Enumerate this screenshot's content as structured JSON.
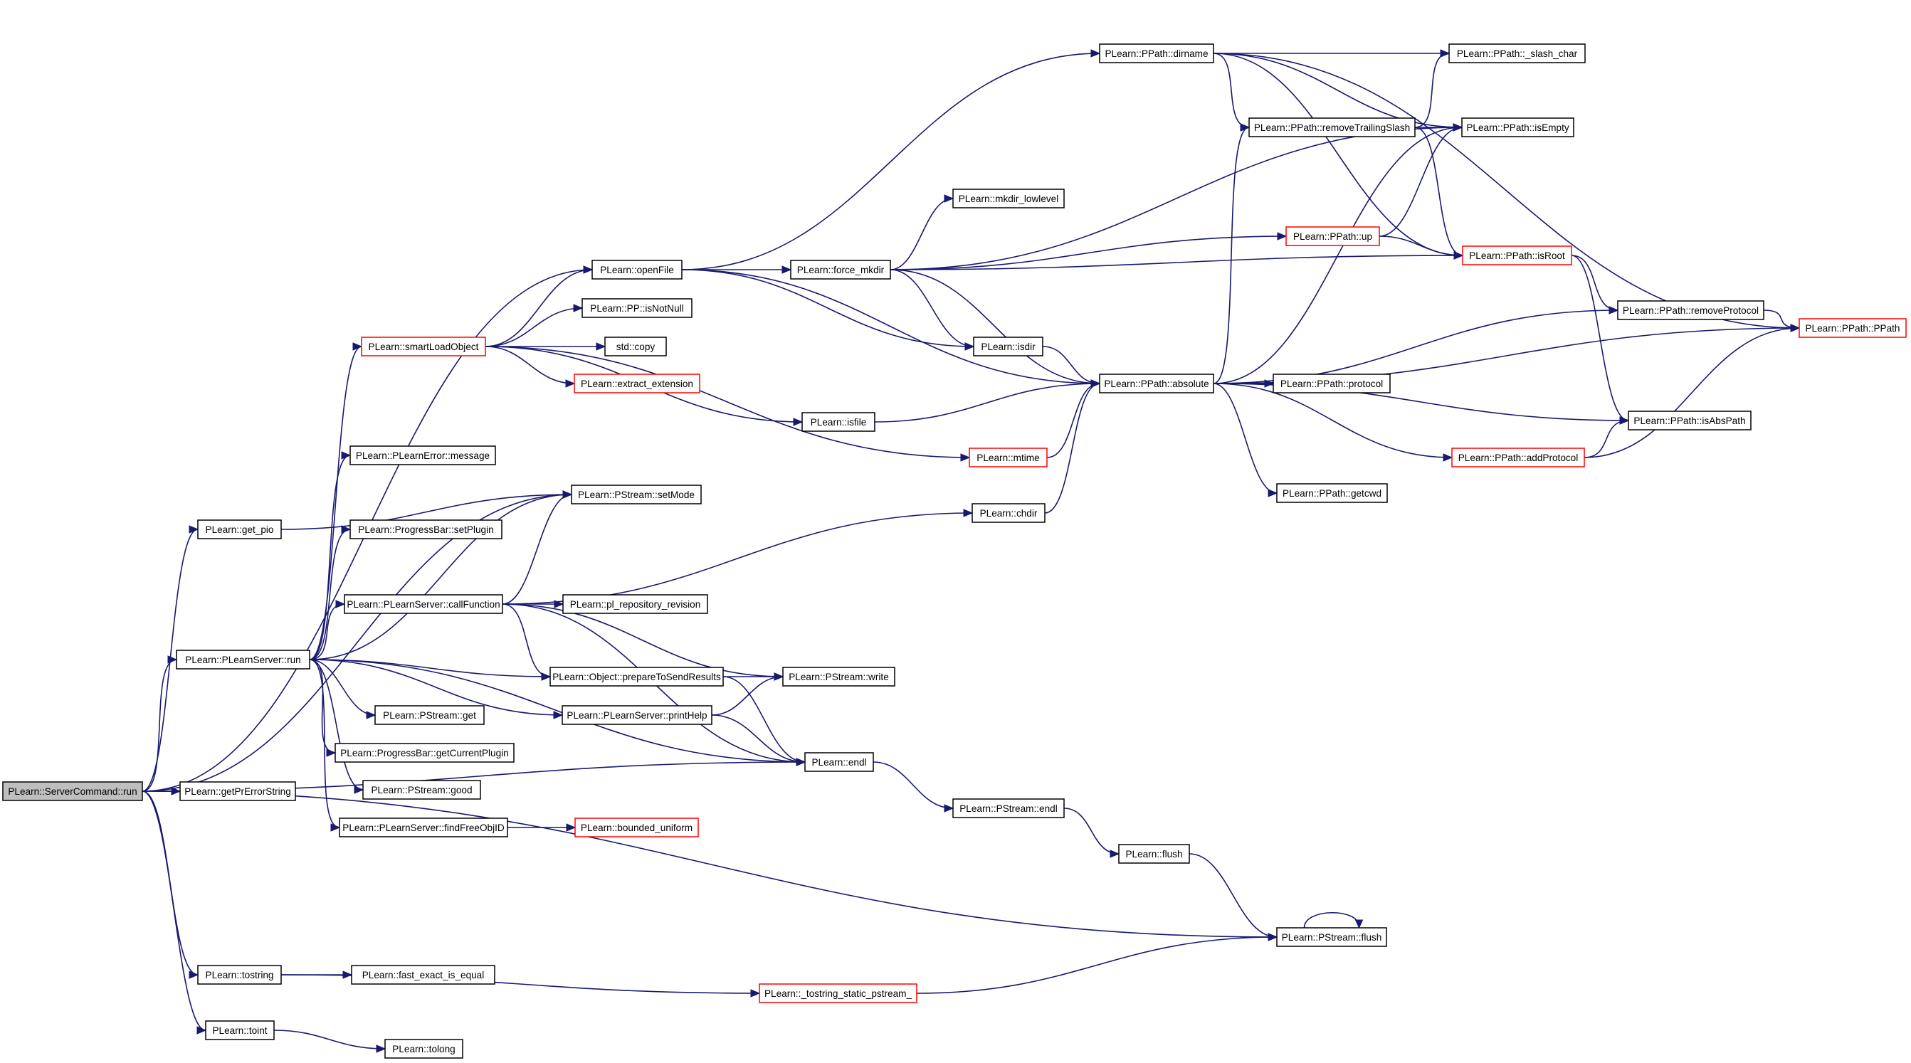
{
  "colors": {
    "edge": "#191970",
    "box_border": "#000000",
    "box_border_truncated": "#ff0000",
    "root_fill": "#bfbfbf"
  },
  "nodes": {
    "servercommand_run": {
      "label": "PLearn::ServerCommand::run",
      "style": "root"
    },
    "get_pio": {
      "label": "PLearn::get_pio",
      "style": "normal"
    },
    "plearnserver_run": {
      "label": "PLearn::PLearnServer::run",
      "style": "normal"
    },
    "getprerrorstring": {
      "label": "PLearn::getPrErrorString",
      "style": "normal"
    },
    "tostring": {
      "label": "PLearn::tostring",
      "style": "normal"
    },
    "toint": {
      "label": "PLearn::toint",
      "style": "normal"
    },
    "smartloadobject": {
      "label": "PLearn::smartLoadObject",
      "style": "truncated"
    },
    "plearnerror_message": {
      "label": "PLearn::PLearnError::message",
      "style": "normal"
    },
    "progressbar_setplugin": {
      "label": "PLearn::ProgressBar::setPlugin",
      "style": "normal"
    },
    "callfunction": {
      "label": "PLearn::PLearnServer::callFunction",
      "style": "normal"
    },
    "pstream_get": {
      "label": "PLearn::PStream::get",
      "style": "normal"
    },
    "getcurrentplugin": {
      "label": "PLearn::ProgressBar::getCurrentPlugin",
      "style": "normal"
    },
    "pstream_good": {
      "label": "PLearn::PStream::good",
      "style": "normal"
    },
    "findfreeobjid": {
      "label": "PLearn::PLearnServer::findFreeObjID",
      "style": "normal"
    },
    "fast_exact_is_equal": {
      "label": "PLearn::fast_exact_is_equal",
      "style": "normal"
    },
    "tolong": {
      "label": "PLearn::tolong",
      "style": "normal"
    },
    "openfile": {
      "label": "PLearn::openFile",
      "style": "normal"
    },
    "pp_isnotnull": {
      "label": "PLearn::PP::isNotNull",
      "style": "normal"
    },
    "std_copy": {
      "label": "std::copy",
      "style": "normal"
    },
    "extract_extension": {
      "label": "PLearn::extract_extension",
      "style": "truncated"
    },
    "pstream_setmode": {
      "label": "PLearn::PStream::setMode",
      "style": "normal"
    },
    "pl_repository_revision": {
      "label": "PLearn::pl_repository_revision",
      "style": "normal"
    },
    "preparetosendresults": {
      "label": "PLearn::Object::prepareToSendResults",
      "style": "normal"
    },
    "printhelp": {
      "label": "PLearn::PLearnServer::printHelp",
      "style": "normal"
    },
    "bounded_uniform": {
      "label": "PLearn::bounded_uniform",
      "style": "truncated"
    },
    "tostring_static_pstream": {
      "label": "PLearn::_tostring_static_pstream_",
      "style": "truncated"
    },
    "force_mkdir": {
      "label": "PLearn::force_mkdir",
      "style": "normal"
    },
    "isfile": {
      "label": "PLearn::isfile",
      "style": "normal"
    },
    "pstream_write": {
      "label": "PLearn::PStream::write",
      "style": "normal"
    },
    "endl": {
      "label": "PLearn::endl",
      "style": "normal"
    },
    "mkdir_lowlevel": {
      "label": "PLearn::mkdir_lowlevel",
      "style": "normal"
    },
    "isdir": {
      "label": "PLearn::isdir",
      "style": "normal"
    },
    "mtime": {
      "label": "PLearn::mtime",
      "style": "truncated"
    },
    "chdir": {
      "label": "PLearn::chdir",
      "style": "normal"
    },
    "pstream_endl": {
      "label": "PLearn::PStream::endl",
      "style": "normal"
    },
    "flush": {
      "label": "PLearn::flush",
      "style": "normal"
    },
    "ppath_dirname": {
      "label": "PLearn::PPath::dirname",
      "style": "normal"
    },
    "ppath_absolute": {
      "label": "PLearn::PPath::absolute",
      "style": "normal"
    },
    "pstream_flush": {
      "label": "PLearn::PStream::flush",
      "style": "normal"
    },
    "removetrailingslash": {
      "label": "PLearn::PPath::removeTrailingSlash",
      "style": "normal"
    },
    "ppath_up": {
      "label": "PLearn::PPath::up",
      "style": "truncated"
    },
    "ppath_protocol": {
      "label": "PLearn::PPath::protocol",
      "style": "normal"
    },
    "ppath_addprotocol": {
      "label": "PLearn::PPath::addProtocol",
      "style": "truncated"
    },
    "ppath_getcwd": {
      "label": "PLearn::PPath::getcwd",
      "style": "normal"
    },
    "slash_char": {
      "label": "PLearn::PPath::_slash_char",
      "style": "normal"
    },
    "ppath_isempty": {
      "label": "PLearn::PPath::isEmpty",
      "style": "normal"
    },
    "ppath_isroot": {
      "label": "PLearn::PPath::isRoot",
      "style": "truncated"
    },
    "removeprotocol": {
      "label": "PLearn::PPath::removeProtocol",
      "style": "normal"
    },
    "ppath_isabspath": {
      "label": "PLearn::PPath::isAbsPath",
      "style": "normal"
    },
    "ppath_ppath": {
      "label": "PLearn::PPath::PPath",
      "style": "truncated"
    }
  },
  "edges": [
    [
      "servercommand_run",
      "openfile"
    ],
    [
      "servercommand_run",
      "pstream_setmode"
    ],
    [
      "servercommand_run",
      "get_pio"
    ],
    [
      "servercommand_run",
      "plearnserver_run"
    ],
    [
      "servercommand_run",
      "getprerrorstring"
    ],
    [
      "servercommand_run",
      "endl"
    ],
    [
      "servercommand_run",
      "pstream_flush"
    ],
    [
      "servercommand_run",
      "tostring"
    ],
    [
      "servercommand_run",
      "toint"
    ],
    [
      "get_pio",
      "pstream_setmode"
    ],
    [
      "plearnserver_run",
      "smartloadobject"
    ],
    [
      "plearnserver_run",
      "plearnerror_message"
    ],
    [
      "plearnserver_run",
      "pstream_setmode"
    ],
    [
      "plearnserver_run",
      "progressbar_setplugin"
    ],
    [
      "plearnserver_run",
      "callfunction"
    ],
    [
      "plearnserver_run",
      "preparetosendresults"
    ],
    [
      "plearnserver_run",
      "printhelp"
    ],
    [
      "plearnserver_run",
      "pstream_get"
    ],
    [
      "plearnserver_run",
      "getcurrentplugin"
    ],
    [
      "plearnserver_run",
      "pstream_good"
    ],
    [
      "plearnserver_run",
      "findfreeobjid"
    ],
    [
      "plearnserver_run",
      "endl"
    ],
    [
      "smartloadobject",
      "openfile"
    ],
    [
      "smartloadobject",
      "pp_isnotnull"
    ],
    [
      "smartloadobject",
      "std_copy"
    ],
    [
      "smartloadobject",
      "extract_extension"
    ],
    [
      "smartloadobject",
      "isfile"
    ],
    [
      "smartloadobject",
      "mtime"
    ],
    [
      "callfunction",
      "pstream_setmode"
    ],
    [
      "callfunction",
      "chdir"
    ],
    [
      "callfunction",
      "pl_repository_revision"
    ],
    [
      "callfunction",
      "pstream_write"
    ],
    [
      "callfunction",
      "preparetosendresults"
    ],
    [
      "callfunction",
      "endl"
    ],
    [
      "preparetosendresults",
      "pstream_write"
    ],
    [
      "preparetosendresults",
      "endl"
    ],
    [
      "printhelp",
      "pstream_write"
    ],
    [
      "printhelp",
      "endl"
    ],
    [
      "findfreeobjid",
      "bounded_uniform"
    ],
    [
      "tostring",
      "fast_exact_is_equal"
    ],
    [
      "tostring",
      "tostring_static_pstream"
    ],
    [
      "toint",
      "tolong"
    ],
    [
      "tostring_static_pstream",
      "pstream_flush"
    ],
    [
      "openfile",
      "ppath_dirname"
    ],
    [
      "openfile",
      "force_mkdir"
    ],
    [
      "openfile",
      "isdir"
    ],
    [
      "openfile",
      "ppath_absolute"
    ],
    [
      "force_mkdir",
      "ppath_isempty"
    ],
    [
      "force_mkdir",
      "mkdir_lowlevel"
    ],
    [
      "force_mkdir",
      "ppath_up"
    ],
    [
      "force_mkdir",
      "ppath_isroot"
    ],
    [
      "force_mkdir",
      "isdir"
    ],
    [
      "force_mkdir",
      "ppath_absolute"
    ],
    [
      "isfile",
      "ppath_absolute"
    ],
    [
      "isdir",
      "ppath_absolute"
    ],
    [
      "mtime",
      "ppath_absolute"
    ],
    [
      "chdir",
      "ppath_absolute"
    ],
    [
      "endl",
      "pstream_endl"
    ],
    [
      "pstream_endl",
      "flush"
    ],
    [
      "flush",
      "pstream_flush"
    ],
    [
      "pstream_flush",
      "pstream_flush"
    ],
    [
      "ppath_dirname",
      "slash_char"
    ],
    [
      "ppath_dirname",
      "removetrailingslash"
    ],
    [
      "ppath_dirname",
      "ppath_isempty"
    ],
    [
      "ppath_dirname",
      "ppath_isroot"
    ],
    [
      "ppath_dirname",
      "ppath_ppath"
    ],
    [
      "removetrailingslash",
      "slash_char"
    ],
    [
      "removetrailingslash",
      "ppath_isempty"
    ],
    [
      "removetrailingslash",
      "ppath_isroot"
    ],
    [
      "ppath_up",
      "ppath_isempty"
    ],
    [
      "ppath_up",
      "ppath_isroot"
    ],
    [
      "ppath_isroot",
      "removeprotocol"
    ],
    [
      "ppath_isroot",
      "ppath_isabspath"
    ],
    [
      "removeprotocol",
      "ppath_ppath"
    ],
    [
      "ppath_absolute",
      "removetrailingslash"
    ],
    [
      "ppath_absolute",
      "ppath_isempty"
    ],
    [
      "ppath_absolute",
      "removeprotocol"
    ],
    [
      "ppath_absolute",
      "ppath_ppath"
    ],
    [
      "ppath_absolute",
      "ppath_protocol"
    ],
    [
      "ppath_absolute",
      "ppath_isabspath"
    ],
    [
      "ppath_absolute",
      "ppath_addprotocol"
    ],
    [
      "ppath_absolute",
      "ppath_getcwd"
    ],
    [
      "ppath_addprotocol",
      "ppath_isabspath"
    ],
    [
      "ppath_addprotocol",
      "ppath_ppath"
    ]
  ]
}
